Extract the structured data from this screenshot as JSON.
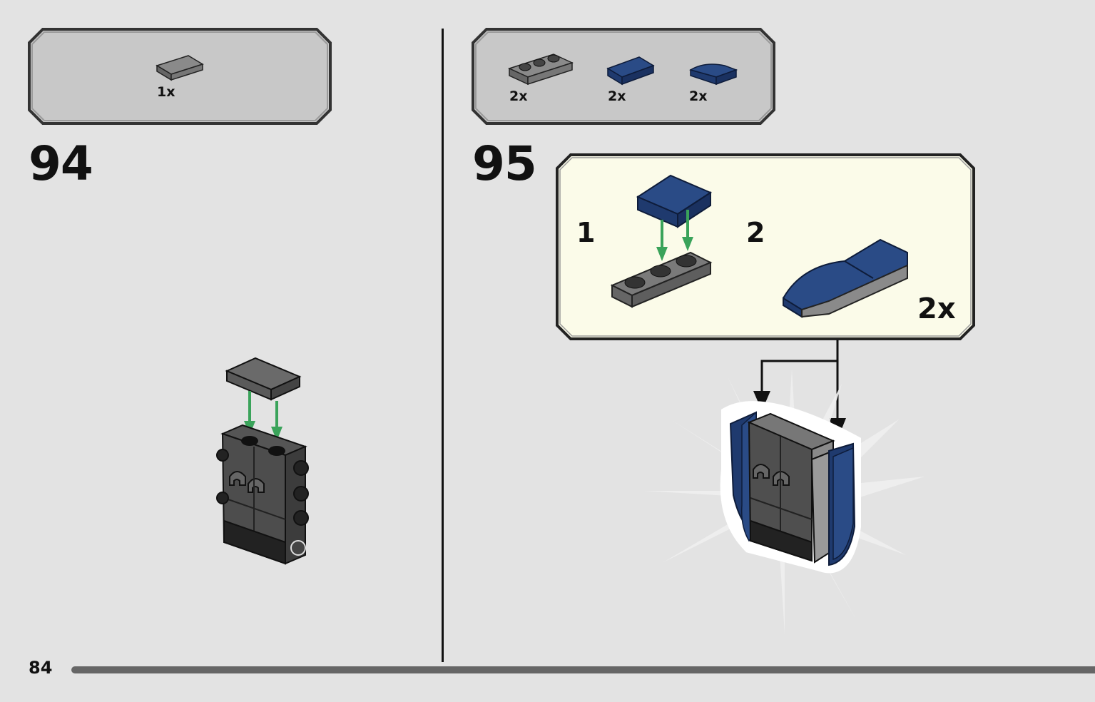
{
  "page": {
    "number": "84"
  },
  "steps": [
    {
      "number": "94",
      "parts": [
        {
          "name": "tile-1x2-dark-grey",
          "qty": "1x"
        }
      ]
    },
    {
      "number": "95",
      "parts": [
        {
          "name": "plate-1x3-dark-grey",
          "qty": "2x"
        },
        {
          "name": "tile-1x2-dark-blue",
          "qty": "2x"
        },
        {
          "name": "curved-slope-dark-blue",
          "qty": "2x"
        }
      ],
      "subassembly": {
        "steps": [
          {
            "number": "1"
          },
          {
            "number": "2"
          }
        ],
        "multiplier": "2x"
      }
    }
  ],
  "colors": {
    "background": "#e3e3e3",
    "callout": "#c8c8c8",
    "subassembly_bg": "#fbfbe9",
    "dark_blue": "#1f3a6e",
    "dark_grey": "#5a5a5a",
    "arrow_green": "#3aa35a"
  }
}
